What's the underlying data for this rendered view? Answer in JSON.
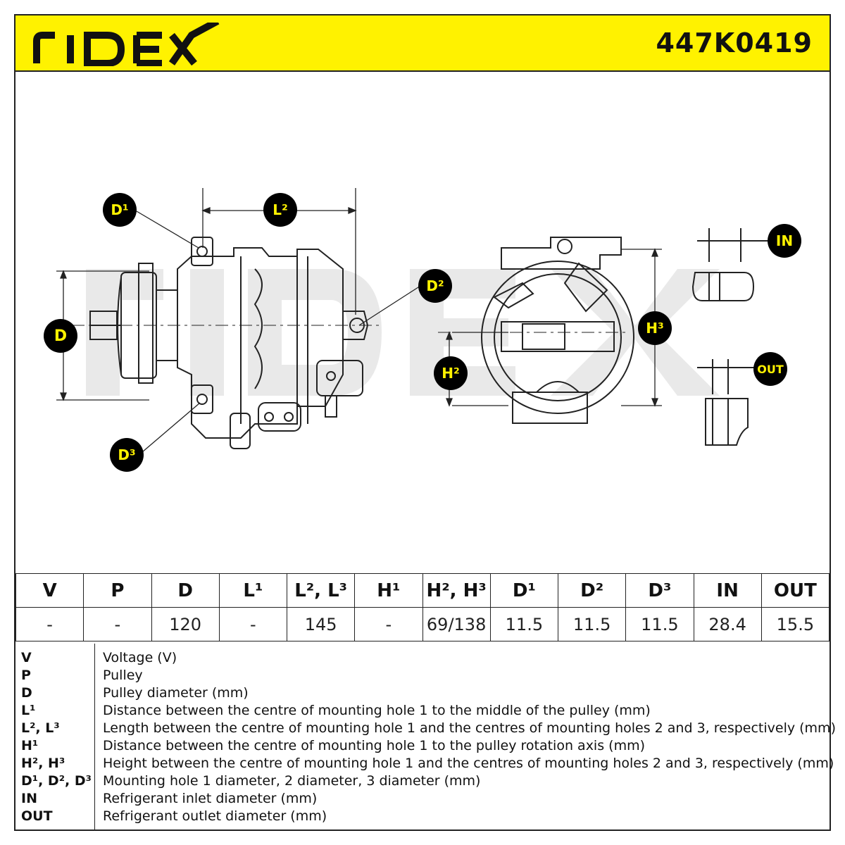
{
  "brand": "RIDEX",
  "part_number": "447K0419",
  "callouts": {
    "D1": "D¹",
    "L2": "L²",
    "D": "D",
    "D2": "D²",
    "D3": "D³",
    "H3": "H³",
    "H2": "H²",
    "IN": "IN",
    "OUT": "OUT"
  },
  "spec_table": {
    "headers": [
      "V",
      "P",
      "D",
      "L¹",
      "L², L³",
      "H¹",
      "H², H³",
      "D¹",
      "D²",
      "D³",
      "IN",
      "OUT"
    ],
    "values": [
      "-",
      "-",
      "120",
      "-",
      "145",
      "-",
      "69/138",
      "11.5",
      "11.5",
      "11.5",
      "28.4",
      "15.5"
    ]
  },
  "legend": [
    {
      "key": "V",
      "desc": "Voltage (V)"
    },
    {
      "key": "P",
      "desc": "Pulley"
    },
    {
      "key": "D",
      "desc": "Pulley diameter (mm)"
    },
    {
      "key": "L¹",
      "desc": "Distance between the centre of mounting hole 1 to the middle of the pulley (mm)"
    },
    {
      "key": "L², L³",
      "desc": "Length between the centre of mounting hole 1 and the centres of mounting holes 2 and 3, respectively (mm)"
    },
    {
      "key": "H¹",
      "desc": "Distance between the centre of mounting hole 1 to the pulley rotation axis (mm)"
    },
    {
      "key": "H², H³",
      "desc": "Height between the centre of mounting hole 1 and the centres of mounting holes 2 and 3, respectively (mm)"
    },
    {
      "key": "D¹, D², D³",
      "desc": "Mounting hole 1 diameter, 2 diameter, 3 diameter (mm)"
    },
    {
      "key": "IN",
      "desc": "Refrigerant inlet diameter (mm)"
    },
    {
      "key": "OUT",
      "desc": "Refrigerant outlet diameter (mm)"
    }
  ],
  "colors": {
    "header_bg": "#fff200",
    "callout_bg": "#000000",
    "callout_text": "#fff200",
    "line": "#222222"
  }
}
